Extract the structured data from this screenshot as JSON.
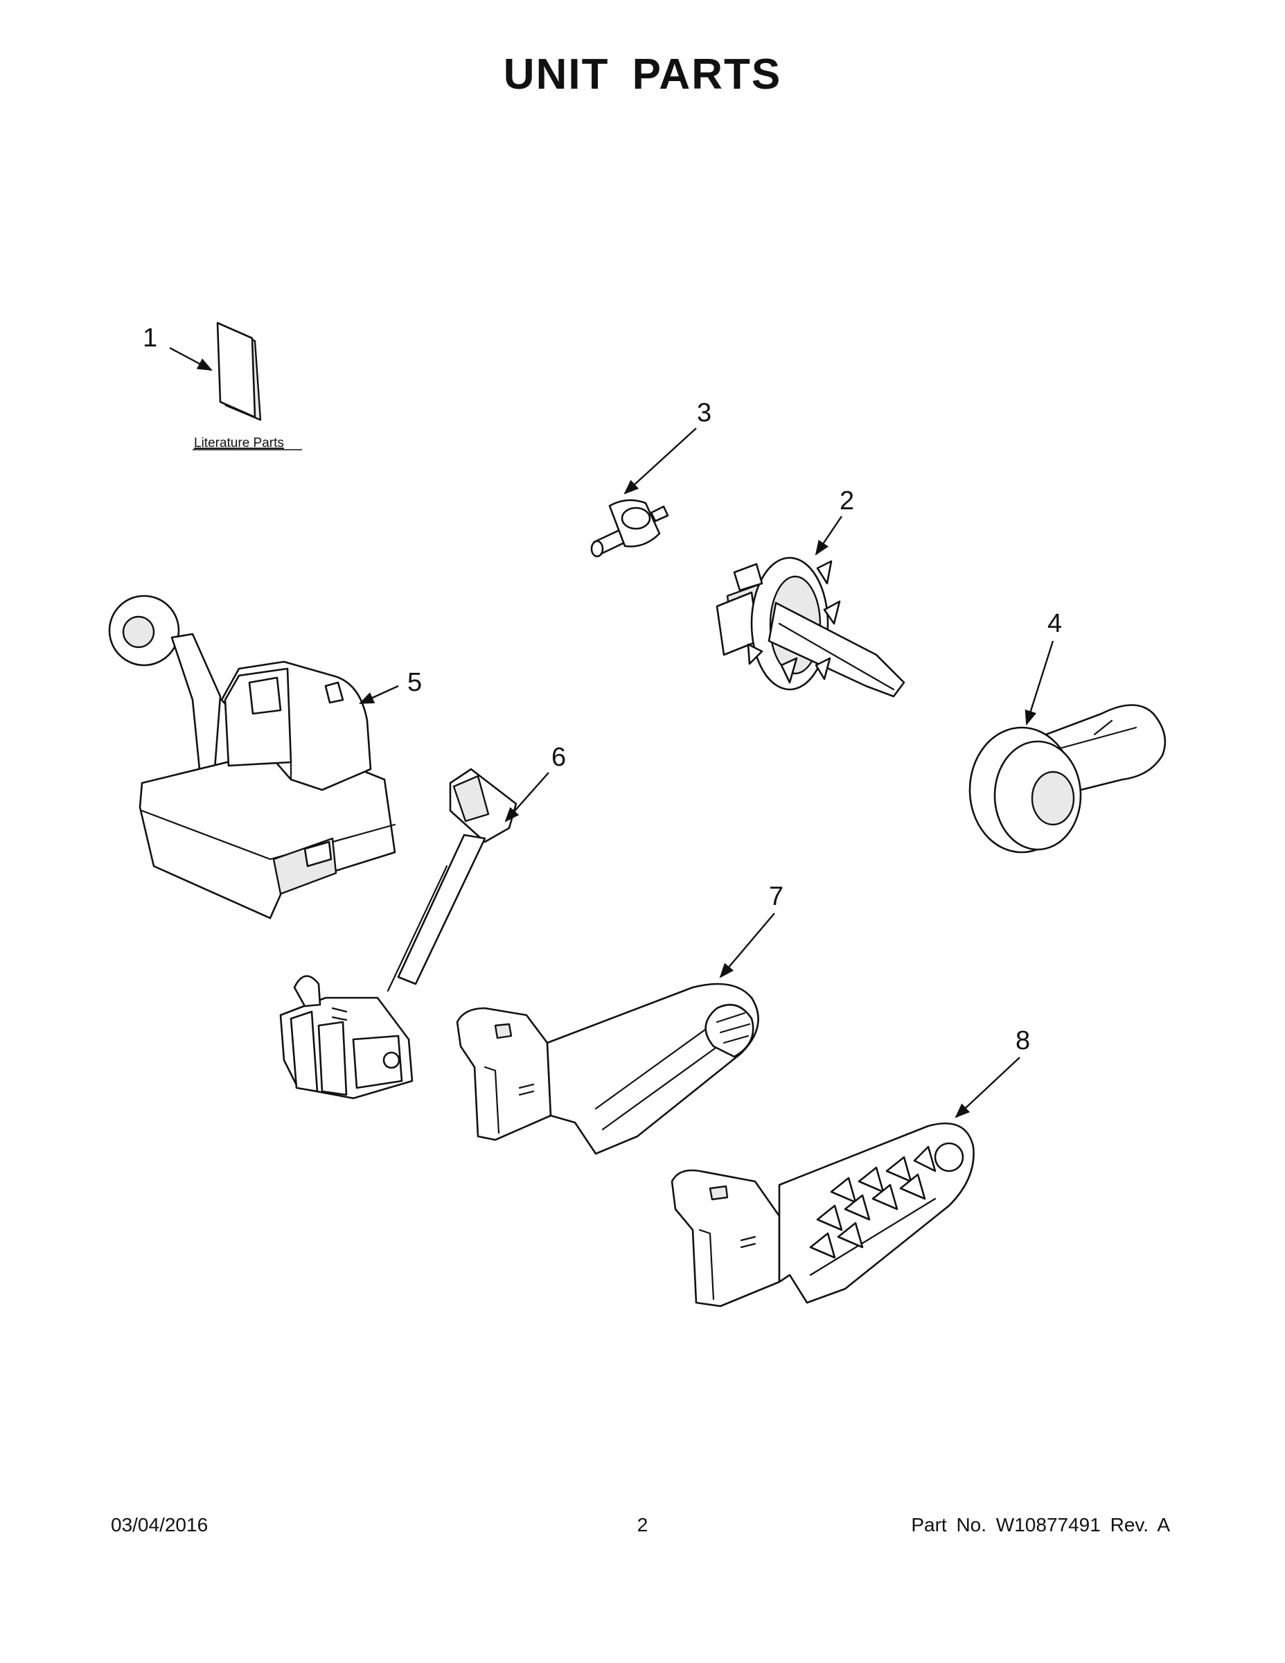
{
  "page": {
    "title": "UNIT PARTS"
  },
  "literature": {
    "label": "Literature Parts"
  },
  "callouts": [
    "1",
    "2",
    "3",
    "4",
    "5",
    "6",
    "7",
    "8"
  ],
  "footer": {
    "date": "03/04/2016",
    "page_number": "2",
    "part_number": "Part No.  W10877491  Rev.  A"
  }
}
